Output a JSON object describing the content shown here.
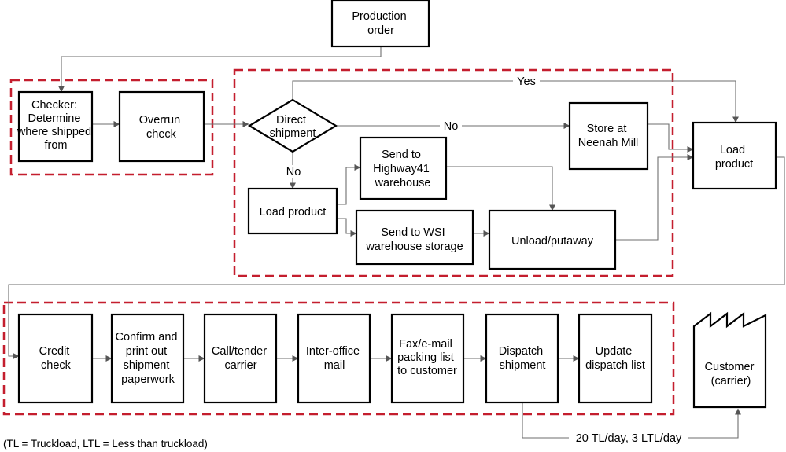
{
  "nodes": {
    "production_order": [
      "Production",
      "order"
    ],
    "checker": [
      "Checker:",
      "Determine",
      "where shipped",
      "from"
    ],
    "overrun_check": [
      "Overrun",
      "check"
    ],
    "direct_shipment": [
      "Direct",
      "shipment"
    ],
    "store_neenah": [
      "Store at",
      "Neenah Mill"
    ],
    "load_product_right": [
      "Load",
      "product"
    ],
    "send_highway41": [
      "Send to",
      "Highway41",
      "warehouse"
    ],
    "load_product_left": [
      "Load product"
    ],
    "send_wsi": [
      "Send to WSI",
      "warehouse storage"
    ],
    "unload_putaway": [
      "Unload/putaway"
    ],
    "credit_check": [
      "Credit",
      "check"
    ],
    "confirm_print": [
      "Confirm and",
      "print out",
      "shipment",
      "paperwork"
    ],
    "call_tender": [
      "Call/tender",
      "carrier"
    ],
    "inter_office": [
      "Inter-office",
      "mail"
    ],
    "fax_email": [
      "Fax/e-mail",
      "packing list",
      "to customer"
    ],
    "dispatch_shipment": [
      "Dispatch",
      "shipment"
    ],
    "update_dispatch": [
      "Update",
      "dispatch list"
    ],
    "customer": [
      "Customer",
      "(carrier)"
    ]
  },
  "edge_labels": {
    "yes": "Yes",
    "no_right": "No",
    "no_down": "No",
    "rate": "20 TL/day,  3 LTL/day"
  },
  "footnote": "(TL = Truckload, LTL = Less than truckload)",
  "colors": {
    "group_border": "#c41e2e",
    "box_border": "#000000",
    "connector": "#6e6e6e"
  }
}
